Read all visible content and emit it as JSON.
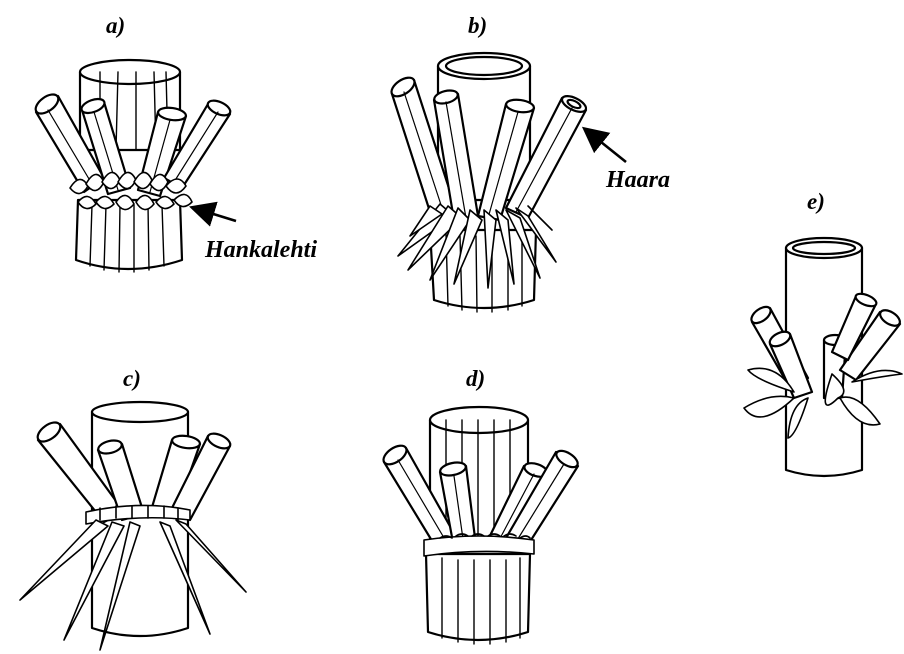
{
  "panels": {
    "a": "a)",
    "b": "b)",
    "c": "c)",
    "d": "d)",
    "e": "e)"
  },
  "callouts": {
    "leaf": "Hankalehti",
    "branch": "Haara"
  },
  "colors": {
    "line": "#000000",
    "background": "#ffffff"
  }
}
